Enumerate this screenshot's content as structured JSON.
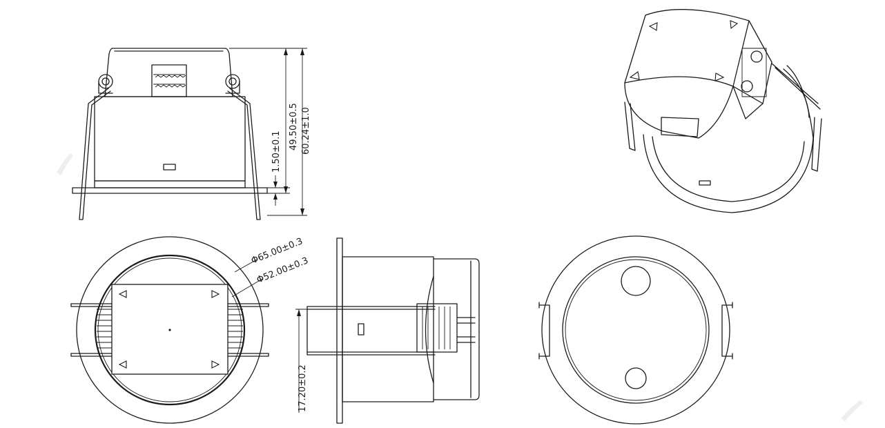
{
  "dimensions": {
    "side_height_inner": "49.50±0.5",
    "side_height_total": "60.24±1.0",
    "flange_thickness": "1.50±0.1",
    "outer_diameter": "Φ65.00±0.3",
    "cutout_diameter": "Φ52.00±0.3",
    "clip_height": "17.20±0.2"
  },
  "colors": {
    "line": "#1a1a1a",
    "background": "#ffffff"
  }
}
